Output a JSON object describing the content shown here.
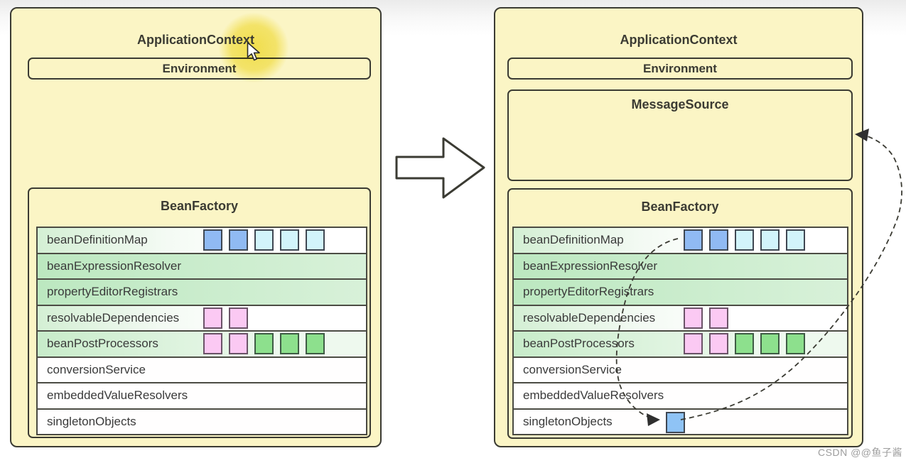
{
  "panels": {
    "left": {
      "title": "ApplicationContext",
      "environment": "Environment",
      "bean_factory": {
        "title": "BeanFactory"
      }
    },
    "right": {
      "title": "ApplicationContext",
      "environment": "Environment",
      "message_source": "MessageSource",
      "bean_factory": {
        "title": "BeanFactory"
      }
    }
  },
  "bean_factory_rows": [
    {
      "label": "beanDefinitionMap",
      "bg": "fade-light",
      "squares": [
        "blue",
        "blue",
        "cyan",
        "cyan",
        "cyan"
      ]
    },
    {
      "label": "beanExpressionResolver",
      "bg": "green",
      "squares": []
    },
    {
      "label": "propertyEditorRegistrars",
      "bg": "green",
      "squares": []
    },
    {
      "label": "resolvableDependencies",
      "bg": "fade-light",
      "squares": [
        "pink",
        "pink"
      ]
    },
    {
      "label": "beanPostProcessors",
      "bg": "fade-green",
      "squares": [
        "pink",
        "pink",
        "green",
        "green",
        "green"
      ]
    },
    {
      "label": "conversionService",
      "bg": "white",
      "squares": []
    },
    {
      "label": "embeddedValueResolvers",
      "bg": "white",
      "squares": []
    },
    {
      "label": "singletonObjects",
      "bg": "white",
      "squares": []
    }
  ],
  "right_extras": {
    "singleton_square_color": "singleton_blue"
  },
  "icons": {
    "transform_arrow": "hollow-right-arrow",
    "reference_arrows": "dashed-curved-arrows",
    "cursor": "mouse-pointer"
  },
  "colors": {
    "panel_yellow": "#FBF5C5",
    "border": "#3B3B33",
    "blue": "#90BAF3",
    "cyan": "#D2F4FB",
    "pink": "#FBC9F3",
    "green": "#8DE08D",
    "singleton_blue": "#8FC3F5"
  },
  "watermark": "CSDN @@鱼子酱"
}
